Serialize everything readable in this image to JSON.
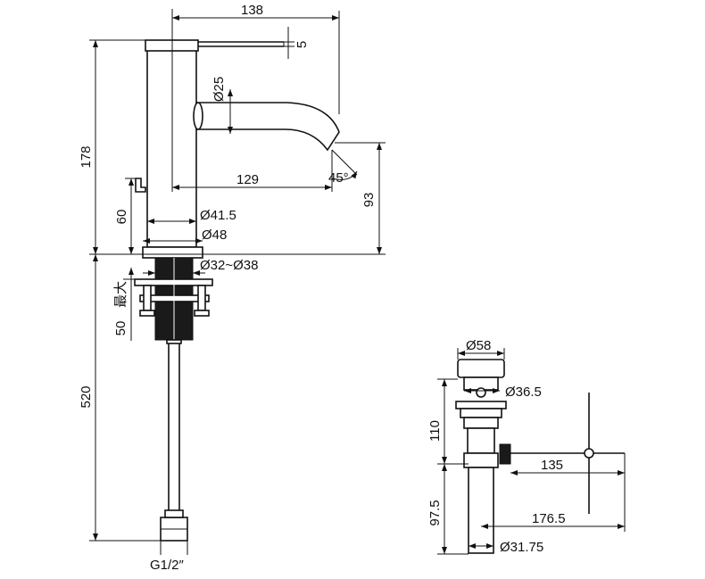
{
  "faucet": {
    "dim_width_total": "138",
    "dim_handle": "5",
    "dim_spout_dia": "Ø25",
    "dim_height": "178",
    "dim_spout_reach": "129",
    "dim_angle": "45°",
    "dim_spout_height": "93",
    "dim_lever_height": "60",
    "dim_body_dia": "Ø41.5",
    "dim_base_dia": "Ø48",
    "dim_hole_dia": "Ø32~Ø38",
    "dim_max_thickness": "50",
    "dim_max_label": "最大",
    "dim_hose_length": "520",
    "thread_label": "G1/2″"
  },
  "drain": {
    "dim_cap_dia": "Ø58",
    "dim_body_dia": "Ø36.5",
    "dim_upper_height": "110",
    "dim_lever_reach": "135",
    "dim_lower_height": "97.5",
    "dim_rod_reach": "176.5",
    "dim_tube_dia": "Ø31.75"
  }
}
